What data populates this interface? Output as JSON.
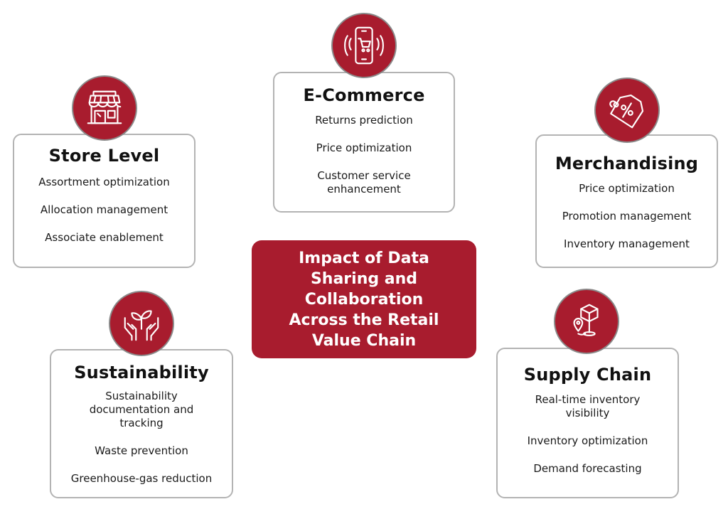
{
  "colors": {
    "accent": "#a81c2e",
    "border": "#b3b3b3",
    "text": "#1a1a1a"
  },
  "center": {
    "title": "Impact of Data Sharing and Collaboration Across the Retail Value Chain"
  },
  "ecommerce": {
    "icon": "smartphone-cart-icon",
    "title": "E-Commerce",
    "items": [
      "Returns prediction",
      "Price optimization",
      "Customer service enhancement"
    ]
  },
  "store": {
    "icon": "storefront-icon",
    "title": "Store Level",
    "items": [
      "Assortment optimization",
      "Allocation management",
      "Associate enablement"
    ]
  },
  "merch": {
    "icon": "price-tag-percent-icon",
    "title": "Merchandising",
    "items": [
      "Price optimization",
      "Promotion management",
      "Inventory management"
    ]
  },
  "sustain": {
    "icon": "hands-plant-icon",
    "title": "Sustainability",
    "items": [
      "Sustainability documentation and tracking",
      "Waste prevention",
      "Greenhouse-gas reduction"
    ]
  },
  "supply": {
    "icon": "box-location-route-icon",
    "title": "Supply Chain",
    "items": [
      "Real-time inventory visibility",
      "Inventory optimization",
      "Demand forecasting"
    ]
  }
}
